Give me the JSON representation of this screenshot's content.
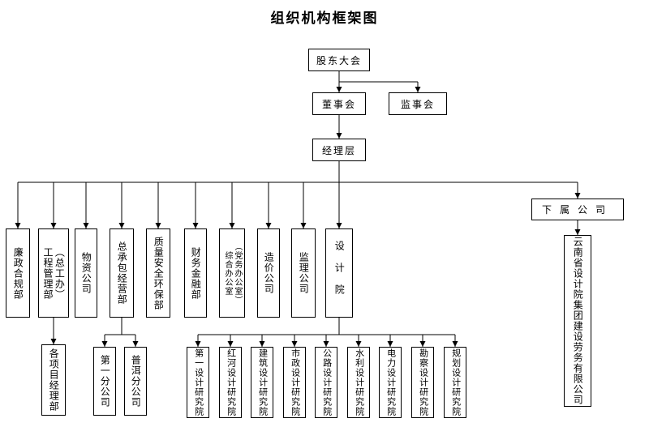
{
  "title": "组织机构框架图",
  "top": {
    "shareholders": "股东大会",
    "board": "董事会",
    "supervisory": "监事会",
    "management": "经理层"
  },
  "departments": [
    {
      "lines": [
        "廉政合规部"
      ]
    },
    {
      "lines": [
        "工程管理部",
        "（总工办）"
      ]
    },
    {
      "lines": [
        "物资公司"
      ]
    },
    {
      "lines": [
        "总承包经营部"
      ]
    },
    {
      "lines": [
        "质量安全环保部"
      ]
    },
    {
      "lines": [
        "财务金融部"
      ]
    },
    {
      "lines": [
        "综合办公室",
        "（党务办公室）"
      ]
    },
    {
      "lines": [
        "造价公司"
      ]
    },
    {
      "lines": [
        "监理公司"
      ]
    },
    {
      "lines": [
        "设计院"
      ]
    }
  ],
  "subsidiary": {
    "header": "下属公司",
    "company": "云南省设计院集团建设劳务有限公司"
  },
  "sub_departments": {
    "project_dept": "各项目经理部",
    "branches": [
      "第一分公司",
      "普洱分公司"
    ],
    "institutes": [
      "第一设计研究院",
      "红河设计研究院",
      "建筑设计研究院",
      "市政设计研究院",
      "公路设计研究院",
      "水利设计研究院",
      "电力设计研究院",
      "勘察设计研究院",
      "规划设计研究院"
    ]
  }
}
